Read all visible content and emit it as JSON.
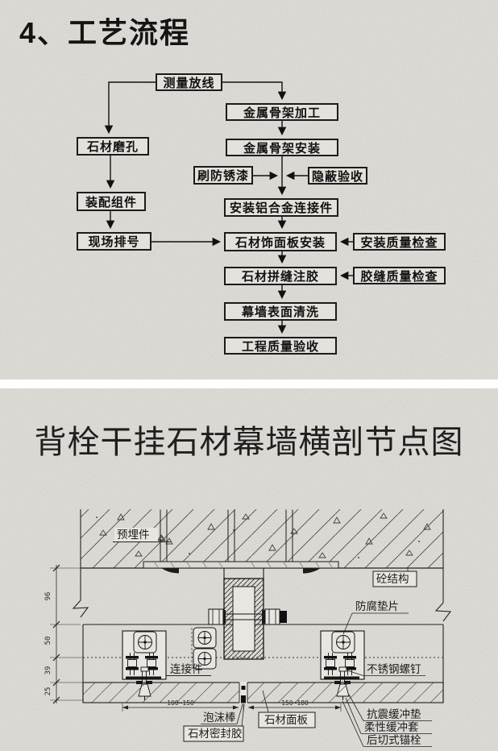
{
  "colors": {
    "paper": "#e9e6e1",
    "ink": "#161616",
    "line": "#2b2a28"
  },
  "section1": {
    "title": "4、工艺流程",
    "nodes": [
      {
        "id": "measure",
        "label": "测量放线"
      },
      {
        "id": "frame-fab",
        "label": "金属骨架加工"
      },
      {
        "id": "frame-install",
        "label": "金属骨架安装"
      },
      {
        "id": "paint",
        "label": "刷防锈漆"
      },
      {
        "id": "hidden-check",
        "label": "隐蔽验收"
      },
      {
        "id": "alu-connector",
        "label": "安装铝合金连接件"
      },
      {
        "id": "stone-drill",
        "label": "石材磨孔"
      },
      {
        "id": "assemble",
        "label": "装配组件"
      },
      {
        "id": "site-number",
        "label": "现场排号"
      },
      {
        "id": "panel-install",
        "label": "石材饰面板安装"
      },
      {
        "id": "install-qc",
        "label": "安装质量检查"
      },
      {
        "id": "joint-glue",
        "label": "石材拼缝注胶"
      },
      {
        "id": "glue-qc",
        "label": "胶缝质量检查"
      },
      {
        "id": "wall-clean",
        "label": "幕墙表面清洗"
      },
      {
        "id": "accept",
        "label": "工程质量验收"
      }
    ]
  },
  "section2": {
    "title": "背栓干挂石材幕墙横剖节点图",
    "labels": {
      "embedded_part": "预埋件",
      "concrete_structure": "砼结构",
      "anticorrosion_gasket": "防腐垫片",
      "connector": "连接件",
      "stainless_screw": "不锈钢螺钉",
      "foam_rod": "泡沫棒",
      "stone_sealant": "石材密封胶",
      "stone_panel": "石材面板",
      "seismic_buffer_pad": "抗震缓冲垫",
      "flexible_buffer_sleeve": "柔性缓冲套",
      "back_cut_anchor": "后切式锚栓"
    },
    "dimensions": {
      "v1": "96",
      "v2": "50",
      "v3": "39",
      "v4": "25",
      "left_span": "100~150",
      "right_span": "150~180"
    }
  }
}
